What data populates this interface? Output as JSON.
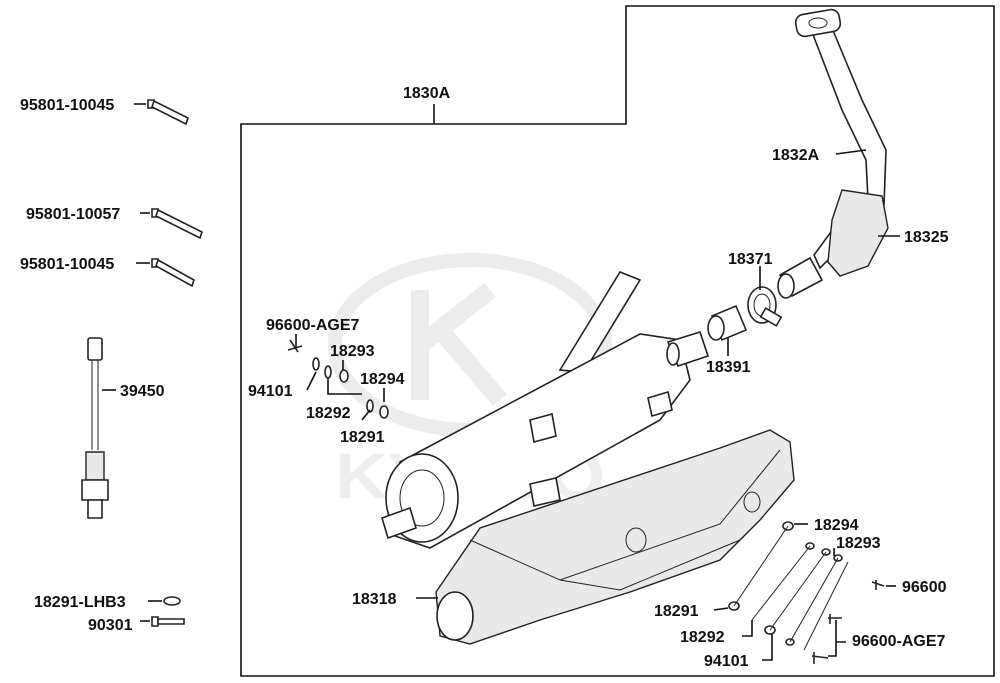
{
  "watermark": "KYMCO",
  "labels": {
    "assembly": "1830A",
    "pipe": "1832A",
    "pipe_guard": "18325",
    "clamp": "18371",
    "gasket": "18391",
    "bolt_left_tag": "96600-AGE7",
    "washer_a_left": "18293",
    "washer_b_left": "18294",
    "nut_left": "94101",
    "washer_c_left": "18292",
    "washer_d_left": "18291",
    "muffler_cover": "18318",
    "washer_b_right": "18294",
    "washer_a_right": "18293",
    "bolt_right": "96600",
    "washer_d_right": "18291",
    "washer_c_right": "18292",
    "nut_right": "94101",
    "bolt_right_tag": "96600-AGE7",
    "stud_1": "95801-10045",
    "stud_2": "95801-10057",
    "stud_3": "95801-10045",
    "o2_sensor": "39450",
    "sensor_washer": "18291-LHB3",
    "sensor_screw": "90301"
  }
}
